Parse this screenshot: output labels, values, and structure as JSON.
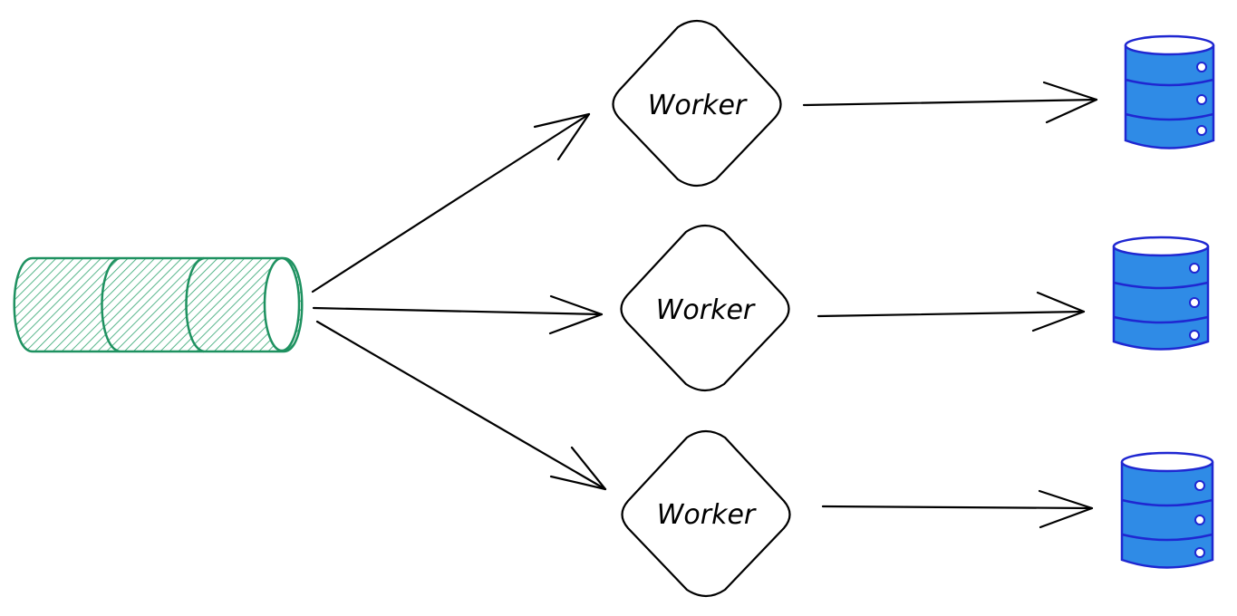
{
  "colors": {
    "queue_stroke": "#1e9160",
    "queue_hatch": "#2fa46f",
    "worker_stroke": "#000000",
    "arrow_stroke": "#000000",
    "database_fill": "#2f8be6",
    "database_stroke": "#1f27d1"
  },
  "queue": {
    "icon": "message-queue-cylinder"
  },
  "workers": [
    {
      "label": "Worker"
    },
    {
      "label": "Worker"
    },
    {
      "label": "Worker"
    }
  ],
  "databases": [
    {
      "icon": "database-icon"
    },
    {
      "icon": "database-icon"
    },
    {
      "icon": "database-icon"
    }
  ]
}
